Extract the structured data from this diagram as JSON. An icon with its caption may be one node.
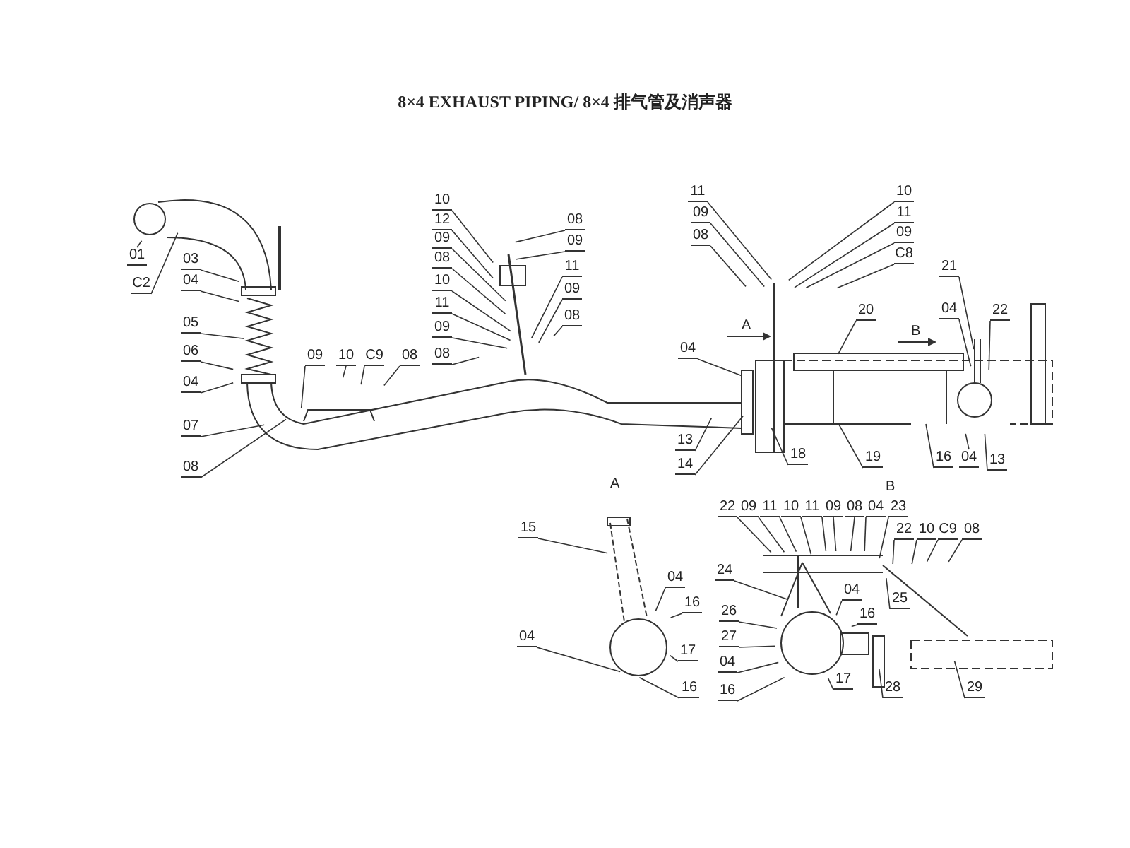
{
  "diagram": {
    "title": "8×4 EXHAUST PIPING/ 8×4 排气管及消声器",
    "nodes": [
      {
        "text": [
          "01"
        ]
      },
      {
        "text": [
          "C2"
        ]
      },
      {
        "text": [
          "03"
        ]
      },
      {
        "text": [
          "04"
        ]
      },
      {
        "text": [
          "05"
        ]
      },
      {
        "text": [
          "06"
        ]
      },
      {
        "text": [
          "04"
        ]
      },
      {
        "text": [
          "07"
        ]
      },
      {
        "text": [
          "08"
        ]
      },
      {
        "text": [
          "09"
        ]
      },
      {
        "text": [
          "10"
        ]
      },
      {
        "text": [
          "C9"
        ]
      },
      {
        "text": [
          "08"
        ]
      },
      {
        "text": [
          "10"
        ]
      },
      {
        "text": [
          "12"
        ]
      },
      {
        "text": [
          "09"
        ]
      },
      {
        "text": [
          "08"
        ]
      },
      {
        "text": [
          "10"
        ]
      },
      {
        "text": [
          "11"
        ]
      },
      {
        "text": [
          "09"
        ]
      },
      {
        "text": [
          "08"
        ]
      },
      {
        "text": [
          "08"
        ]
      },
      {
        "text": [
          "09"
        ]
      },
      {
        "text": [
          "11"
        ]
      },
      {
        "text": [
          "09"
        ]
      },
      {
        "text": [
          "08"
        ]
      },
      {
        "text": [
          "04"
        ]
      },
      {
        "text": [
          "13"
        ]
      },
      {
        "text": [
          "14"
        ]
      },
      {
        "text": [
          "11"
        ]
      },
      {
        "text": [
          "09"
        ]
      },
      {
        "text": [
          "08"
        ]
      },
      {
        "text": [
          "10"
        ]
      },
      {
        "text": [
          "11"
        ]
      },
      {
        "text": [
          "09"
        ]
      },
      {
        "text": [
          "C8"
        ]
      },
      {
        "text": [
          "21"
        ]
      },
      {
        "text": [
          "20"
        ]
      },
      {
        "text": [
          "04"
        ]
      },
      {
        "text": [
          "22"
        ]
      },
      {
        "text": [
          "18"
        ]
      },
      {
        "text": [
          "19"
        ]
      },
      {
        "text": [
          "16"
        ]
      },
      {
        "text": [
          "04"
        ]
      },
      {
        "text": [
          "13"
        ]
      },
      {
        "text": [
          "15"
        ]
      },
      {
        "text": [
          "04"
        ]
      },
      {
        "text": [
          "16"
        ]
      },
      {
        "text": [
          "17"
        ]
      },
      {
        "text": [
          "04"
        ]
      },
      {
        "text": [
          "16"
        ]
      },
      {
        "text": [
          "22"
        ]
      },
      {
        "text": [
          "09"
        ]
      },
      {
        "text": [
          "11"
        ]
      },
      {
        "text": [
          "10"
        ]
      },
      {
        "text": [
          "11"
        ]
      },
      {
        "text": [
          "09"
        ]
      },
      {
        "text": [
          "08"
        ]
      },
      {
        "text": [
          "04"
        ]
      },
      {
        "text": [
          "23"
        ]
      },
      {
        "text": [
          "22"
        ]
      },
      {
        "text": [
          "10"
        ]
      },
      {
        "text": [
          "C9"
        ]
      },
      {
        "text": [
          "08"
        ]
      },
      {
        "text": [
          "24"
        ]
      },
      {
        "text": [
          "25"
        ]
      },
      {
        "text": [
          "26"
        ]
      },
      {
        "text": [
          "27"
        ]
      },
      {
        "text": [
          "04"
        ]
      },
      {
        "text": [
          "16"
        ]
      },
      {
        "text": [
          "04"
        ]
      },
      {
        "text": [
          "16"
        ]
      },
      {
        "text": [
          "17"
        ]
      },
      {
        "text": [
          "28"
        ]
      },
      {
        "text": [
          "29"
        ]
      }
    ],
    "edges": [
      {
        "from": 0,
        "to": null,
        "arrow": "none"
      },
      {
        "from": 1,
        "to": null,
        "arrow": "none"
      },
      {
        "from": 2,
        "to": null,
        "arrow": "none"
      },
      {
        "from": 3,
        "to": null,
        "arrow": "none"
      },
      {
        "from": 4,
        "to": null,
        "arrow": "none"
      },
      {
        "from": 5,
        "to": null,
        "arrow": "none"
      },
      {
        "from": 6,
        "to": null,
        "arrow": "none"
      },
      {
        "from": 7,
        "to": null,
        "arrow": "none"
      },
      {
        "from": 8,
        "to": null,
        "arrow": "none"
      },
      {
        "from": 9,
        "to": null,
        "arrow": "none"
      },
      {
        "from": 10,
        "to": null,
        "arrow": "none"
      },
      {
        "from": 11,
        "to": null,
        "arrow": "none"
      },
      {
        "from": 12,
        "to": null,
        "arrow": "none"
      },
      {
        "from": 13,
        "to": null,
        "arrow": "none"
      },
      {
        "from": 14,
        "to": null,
        "arrow": "none"
      },
      {
        "from": 15,
        "to": null,
        "arrow": "none"
      },
      {
        "from": 16,
        "to": null,
        "arrow": "none"
      },
      {
        "from": 17,
        "to": null,
        "arrow": "none"
      },
      {
        "from": 18,
        "to": null,
        "arrow": "none"
      },
      {
        "from": 19,
        "to": null,
        "arrow": "none"
      },
      {
        "from": 20,
        "to": null,
        "arrow": "none"
      },
      {
        "from": 21,
        "to": null,
        "arrow": "none"
      },
      {
        "from": 22,
        "to": null,
        "arrow": "none"
      },
      {
        "from": 23,
        "to": null,
        "arrow": "none"
      },
      {
        "from": 24,
        "to": null,
        "arrow": "none"
      },
      {
        "from": 25,
        "to": null,
        "arrow": "none"
      },
      {
        "from": 26,
        "to": null,
        "arrow": "none"
      },
      {
        "from": 27,
        "to": null,
        "arrow": "none"
      },
      {
        "from": 28,
        "to": null,
        "arrow": "none"
      },
      {
        "from": 29,
        "to": null,
        "arrow": "none"
      },
      {
        "from": 30,
        "to": null,
        "arrow": "none"
      },
      {
        "from": 31,
        "to": null,
        "arrow": "none"
      },
      {
        "from": 32,
        "to": null,
        "arrow": "none"
      },
      {
        "from": 33,
        "to": null,
        "arrow": "none"
      },
      {
        "from": 34,
        "to": null,
        "arrow": "none"
      },
      {
        "from": 35,
        "to": null,
        "arrow": "none"
      },
      {
        "from": 36,
        "to": null,
        "arrow": "none"
      },
      {
        "from": 37,
        "to": null,
        "arrow": "none"
      },
      {
        "from": 38,
        "to": null,
        "arrow": "none"
      },
      {
        "from": 39,
        "to": null,
        "arrow": "none"
      },
      {
        "from": 40,
        "to": null,
        "arrow": "none"
      },
      {
        "from": 41,
        "to": null,
        "arrow": "none"
      },
      {
        "from": 42,
        "to": null,
        "arrow": "none"
      },
      {
        "from": 43,
        "to": null,
        "arrow": "none"
      },
      {
        "from": 44,
        "to": null,
        "arrow": "none"
      },
      {
        "from": 45,
        "to": null,
        "arrow": "none"
      },
      {
        "from": 46,
        "to": null,
        "arrow": "none"
      },
      {
        "from": 47,
        "to": null,
        "arrow": "none"
      },
      {
        "from": 48,
        "to": null,
        "arrow": "none"
      },
      {
        "from": 49,
        "to": null,
        "arrow": "none"
      },
      {
        "from": 50,
        "to": null,
        "arrow": "none"
      },
      {
        "from": 51,
        "to": null,
        "arrow": "none"
      },
      {
        "from": 52,
        "to": null,
        "arrow": "none"
      },
      {
        "from": 53,
        "to": null,
        "arrow": "none"
      },
      {
        "from": 54,
        "to": null,
        "arrow": "none"
      },
      {
        "from": 55,
        "to": null,
        "arrow": "none"
      },
      {
        "from": 56,
        "to": null,
        "arrow": "none"
      },
      {
        "from": 57,
        "to": null,
        "arrow": "none"
      },
      {
        "from": 58,
        "to": null,
        "arrow": "none"
      },
      {
        "from": 59,
        "to": null,
        "arrow": "none"
      },
      {
        "from": 60,
        "to": null,
        "arrow": "none"
      },
      {
        "from": 61,
        "to": null,
        "arrow": "none"
      },
      {
        "from": 62,
        "to": null,
        "arrow": "none"
      },
      {
        "from": 63,
        "to": null,
        "arrow": "none"
      },
      {
        "from": 64,
        "to": null,
        "arrow": "none"
      },
      {
        "from": 65,
        "to": null,
        "arrow": "none"
      },
      {
        "from": 66,
        "to": null,
        "arrow": "none"
      },
      {
        "from": 67,
        "to": null,
        "arrow": "none"
      },
      {
        "from": 68,
        "to": null,
        "arrow": "none"
      },
      {
        "from": 69,
        "to": null,
        "arrow": "none"
      },
      {
        "from": 70,
        "to": null,
        "arrow": "none"
      },
      {
        "from": 71,
        "to": null,
        "arrow": "none"
      },
      {
        "from": 72,
        "to": null,
        "arrow": "none"
      },
      {
        "from": 73,
        "to": null,
        "arrow": "none"
      },
      {
        "from": 74,
        "to": null,
        "arrow": "none"
      }
    ],
    "labels": [
      "A",
      "B",
      "A",
      "B"
    ]
  }
}
